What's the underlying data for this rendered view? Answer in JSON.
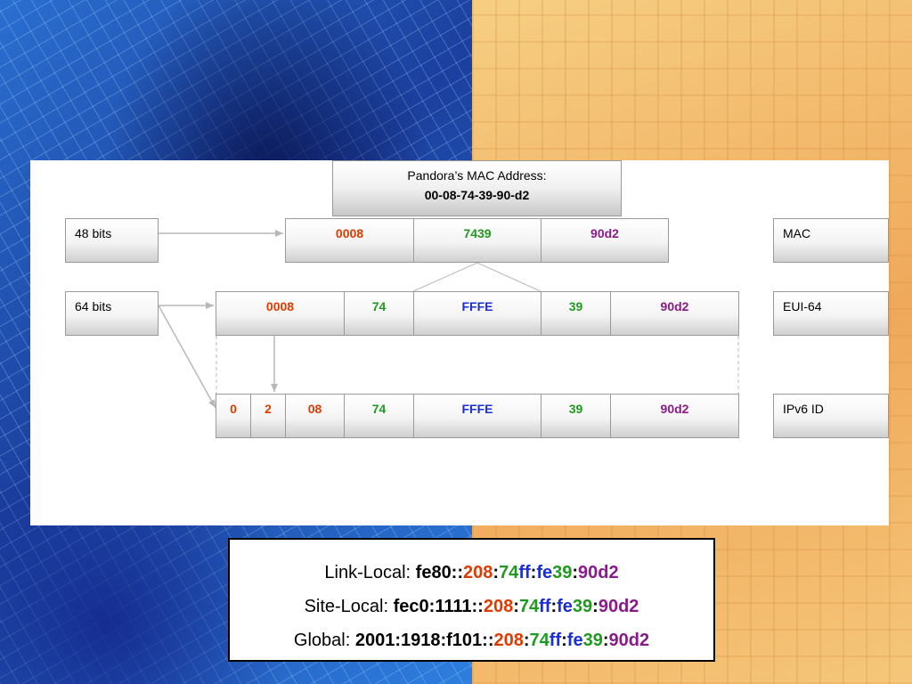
{
  "title": {
    "line1": "Pandora’s MAC Address:",
    "line2": "00-08-74-39-90-d2"
  },
  "rows": {
    "mac": {
      "bits_label": "48 bits",
      "name": "MAC",
      "cells": [
        {
          "text": "0008",
          "color": "#e03a00"
        },
        {
          "text": "7439",
          "color": "#1f9a1f"
        },
        {
          "text": "90d2",
          "color": "#8a1a8a"
        }
      ]
    },
    "eui64": {
      "bits_label": "64 bits",
      "name": "EUI-64",
      "cells": [
        {
          "text": "0008",
          "color": "#e03a00"
        },
        {
          "text": "74",
          "color": "#1f9a1f"
        },
        {
          "text": "FFFE",
          "color": "#1a2fd6"
        },
        {
          "text": "39",
          "color": "#1f9a1f"
        },
        {
          "text": "90d2",
          "color": "#8a1a8a"
        }
      ]
    },
    "ipv6id": {
      "name": "IPv6 ID",
      "cells": [
        {
          "text": "0",
          "color": "#e03a00"
        },
        {
          "text": "2",
          "color": "#e03a00"
        },
        {
          "text": "08",
          "color": "#e03a00"
        },
        {
          "text": "74",
          "color": "#1f9a1f"
        },
        {
          "text": "FFFE",
          "color": "#1a2fd6"
        },
        {
          "text": "39",
          "color": "#1f9a1f"
        },
        {
          "text": "90d2",
          "color": "#8a1a8a"
        }
      ]
    }
  },
  "addresses": [
    {
      "label": "Link-Local: ",
      "prefix": "fe80::",
      "parts": [
        {
          "text": "208",
          "color": "#e03a00"
        },
        {
          "text": ":",
          "color": "#000000"
        },
        {
          "text": "74",
          "color": "#1f9a1f"
        },
        {
          "text": "ff",
          "color": "#1a2fd6"
        },
        {
          "text": ":",
          "color": "#000000"
        },
        {
          "text": "fe",
          "color": "#1a2fd6"
        },
        {
          "text": "39",
          "color": "#1f9a1f"
        },
        {
          "text": ":",
          "color": "#000000"
        },
        {
          "text": "90d2",
          "color": "#8a1a8a"
        }
      ]
    },
    {
      "label": "Site-Local: ",
      "prefix": "fec0:1111::",
      "parts": [
        {
          "text": "208",
          "color": "#e03a00"
        },
        {
          "text": ":",
          "color": "#000000"
        },
        {
          "text": "74",
          "color": "#1f9a1f"
        },
        {
          "text": "ff",
          "color": "#1a2fd6"
        },
        {
          "text": ":",
          "color": "#000000"
        },
        {
          "text": "fe",
          "color": "#1a2fd6"
        },
        {
          "text": "39",
          "color": "#1f9a1f"
        },
        {
          "text": ":",
          "color": "#000000"
        },
        {
          "text": "90d2",
          "color": "#8a1a8a"
        }
      ]
    },
    {
      "label": "Global: ",
      "prefix": "2001:1918:f101::",
      "parts": [
        {
          "text": "208",
          "color": "#e03a00"
        },
        {
          "text": ":",
          "color": "#000000"
        },
        {
          "text": "74",
          "color": "#1f9a1f"
        },
        {
          "text": "ff",
          "color": "#1a2fd6"
        },
        {
          "text": ":",
          "color": "#000000"
        },
        {
          "text": "fe",
          "color": "#1a2fd6"
        },
        {
          "text": "39",
          "color": "#1f9a1f"
        },
        {
          "text": ":",
          "color": "#000000"
        },
        {
          "text": "90d2",
          "color": "#8a1a8a"
        }
      ]
    }
  ]
}
